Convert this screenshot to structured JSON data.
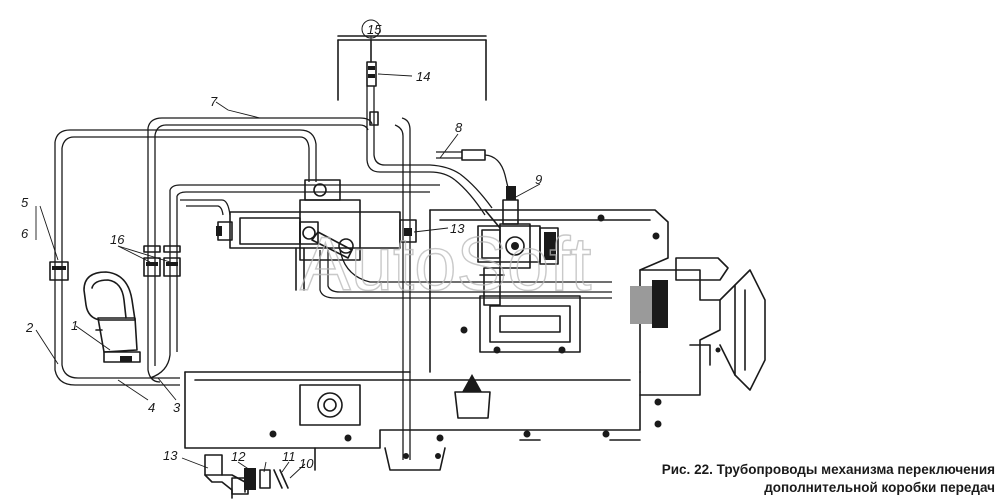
{
  "figure": {
    "caption_line1": "Рис. 22. Трубопроводы механизма переключения",
    "caption_line2": "дополнительной коробки передач",
    "watermark": "AutoSoft"
  },
  "callouts": [
    {
      "id": "c1",
      "text": "1"
    },
    {
      "id": "c2",
      "text": "2"
    },
    {
      "id": "c3",
      "text": "3"
    },
    {
      "id": "c4",
      "text": "4"
    },
    {
      "id": "c5",
      "text": "5"
    },
    {
      "id": "c6",
      "text": "6"
    },
    {
      "id": "c7",
      "text": "7"
    },
    {
      "id": "c8",
      "text": "8"
    },
    {
      "id": "c9",
      "text": "9"
    },
    {
      "id": "c10",
      "text": "10"
    },
    {
      "id": "c11",
      "text": "11"
    },
    {
      "id": "c12",
      "text": "12"
    },
    {
      "id": "c13a",
      "text": "13"
    },
    {
      "id": "c13b",
      "text": "13"
    },
    {
      "id": "c14",
      "text": "14"
    },
    {
      "id": "c15",
      "text": "15"
    },
    {
      "id": "c16",
      "text": "16"
    }
  ],
  "colors": {
    "ink": "#1a1a1a",
    "watermark": "#b8b8b8",
    "background": "#ffffff"
  }
}
